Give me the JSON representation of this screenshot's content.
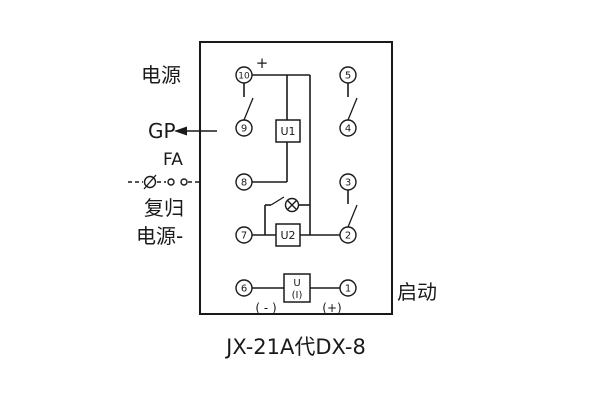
{
  "diagram": {
    "title": "JX-21A代DX-8",
    "labels": {
      "power_top": "电源",
      "gp": "GP",
      "fa": "FA",
      "reset": "复归",
      "power_minus": "电源-",
      "start": "启动",
      "plus_mark": "+",
      "neg_terminal": "( - )",
      "pos_terminal": "(+)"
    },
    "components": {
      "u1": "U1",
      "u2": "U2",
      "u_meter_top": "U",
      "u_meter_bottom": "(I)"
    },
    "terminals": {
      "left": [
        "10",
        "9",
        "8",
        "7",
        "6"
      ],
      "right": [
        "5",
        "4",
        "3",
        "2",
        "1"
      ]
    },
    "colors": {
      "line": "#1a1a1a",
      "background": "#ffffff"
    }
  }
}
